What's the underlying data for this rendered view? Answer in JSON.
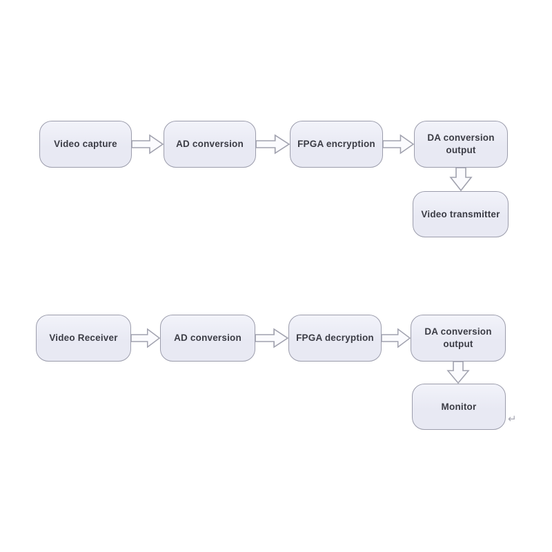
{
  "style": {
    "page_bg": "#ffffff",
    "node_fill": "#e8e9f3",
    "node_fill_top": "#f2f3fa",
    "node_border": "#9b9cab",
    "node_text": "#3b3c45",
    "arrow_fill": "#fbfbfe",
    "arrow_stroke": "#a0a1ae"
  },
  "flows": [
    {
      "nodes": [
        {
          "label": "Video capture"
        },
        {
          "label": "AD conversion"
        },
        {
          "label": "FPGA encryption"
        },
        {
          "label": "DA conversion\noutput"
        },
        {
          "label": "Video transmitter"
        }
      ]
    },
    {
      "nodes": [
        {
          "label": "Video Receiver"
        },
        {
          "label": "AD conversion"
        },
        {
          "label": "FPGA decryption"
        },
        {
          "label": "DA conversion\noutput"
        },
        {
          "label": "Monitor"
        }
      ]
    }
  ],
  "annotations": {
    "return_mark": "↵"
  }
}
